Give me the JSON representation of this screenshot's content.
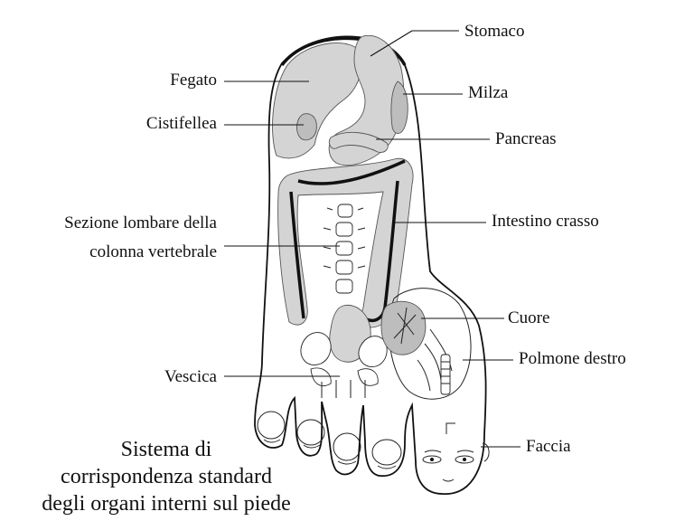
{
  "labels": {
    "stomaco": "Stomaco",
    "fegato": "Fegato",
    "milza": "Milza",
    "cistifellea": "Cistifellea",
    "pancreas": "Pancreas",
    "sezione_lombare_1": "Sezione lombare della",
    "sezione_lombare_2": "colonna vertebrale",
    "intestino_crasso": "Intestino crasso",
    "cuore": "Cuore",
    "polmone_destro": "Polmone destro",
    "vescica": "Vescica",
    "faccia": "Faccia"
  },
  "caption": {
    "line1": "Sistema di",
    "line2": "corrispondenza standard",
    "line3": "degli organi interni sul piede"
  },
  "colors": {
    "organ_fill": "#d4d4d4",
    "line": "#111111"
  }
}
